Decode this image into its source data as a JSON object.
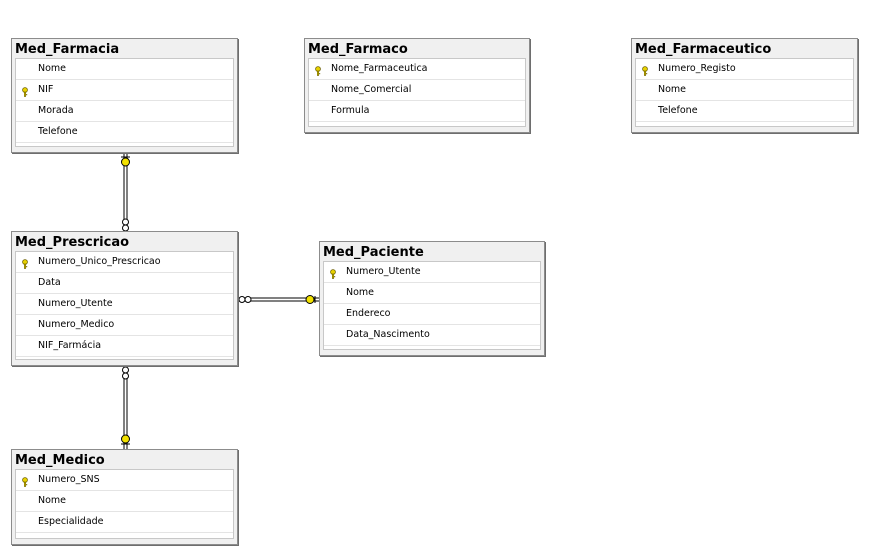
{
  "colors": {
    "key_icon": "#e8d200",
    "connector_end": "#f2e100",
    "border": "#8c8c8c"
  },
  "tables": {
    "farmacia": {
      "title": "Med_Farmacia",
      "columns": [
        {
          "name": "Nome",
          "key": false
        },
        {
          "name": "NIF",
          "key": true
        },
        {
          "name": "Morada",
          "key": false
        },
        {
          "name": "Telefone",
          "key": false
        }
      ]
    },
    "farmaco": {
      "title": "Med_Farmaco",
      "columns": [
        {
          "name": "Nome_Farmaceutica",
          "key": true
        },
        {
          "name": "Nome_Comercial",
          "key": false
        },
        {
          "name": "Formula",
          "key": false
        }
      ]
    },
    "farmaceutico": {
      "title": "Med_Farmaceutico",
      "columns": [
        {
          "name": "Numero_Registo",
          "key": true
        },
        {
          "name": "Nome",
          "key": false
        },
        {
          "name": "Telefone",
          "key": false
        }
      ]
    },
    "prescricao": {
      "title": "Med_Prescricao",
      "columns": [
        {
          "name": "Numero_Unico_Prescricao",
          "key": true
        },
        {
          "name": "Data",
          "key": false
        },
        {
          "name": "Numero_Utente",
          "key": false
        },
        {
          "name": "Numero_Medico",
          "key": false
        },
        {
          "name": "NIF_Farmácia",
          "key": false
        }
      ]
    },
    "paciente": {
      "title": "Med_Paciente",
      "columns": [
        {
          "name": "Numero_Utente",
          "key": true
        },
        {
          "name": "Nome",
          "key": false
        },
        {
          "name": "Endereco",
          "key": false
        },
        {
          "name": "Data_Nascimento",
          "key": false
        }
      ]
    },
    "medico": {
      "title": "Med_Medico",
      "columns": [
        {
          "name": "Numero_SNS",
          "key": true
        },
        {
          "name": "Nome",
          "key": false
        },
        {
          "name": "Especialidade",
          "key": false
        }
      ]
    }
  },
  "relationships": [
    {
      "from": "prescricao",
      "to": "farmacia"
    },
    {
      "from": "prescricao",
      "to": "paciente"
    },
    {
      "from": "prescricao",
      "to": "medico"
    }
  ]
}
